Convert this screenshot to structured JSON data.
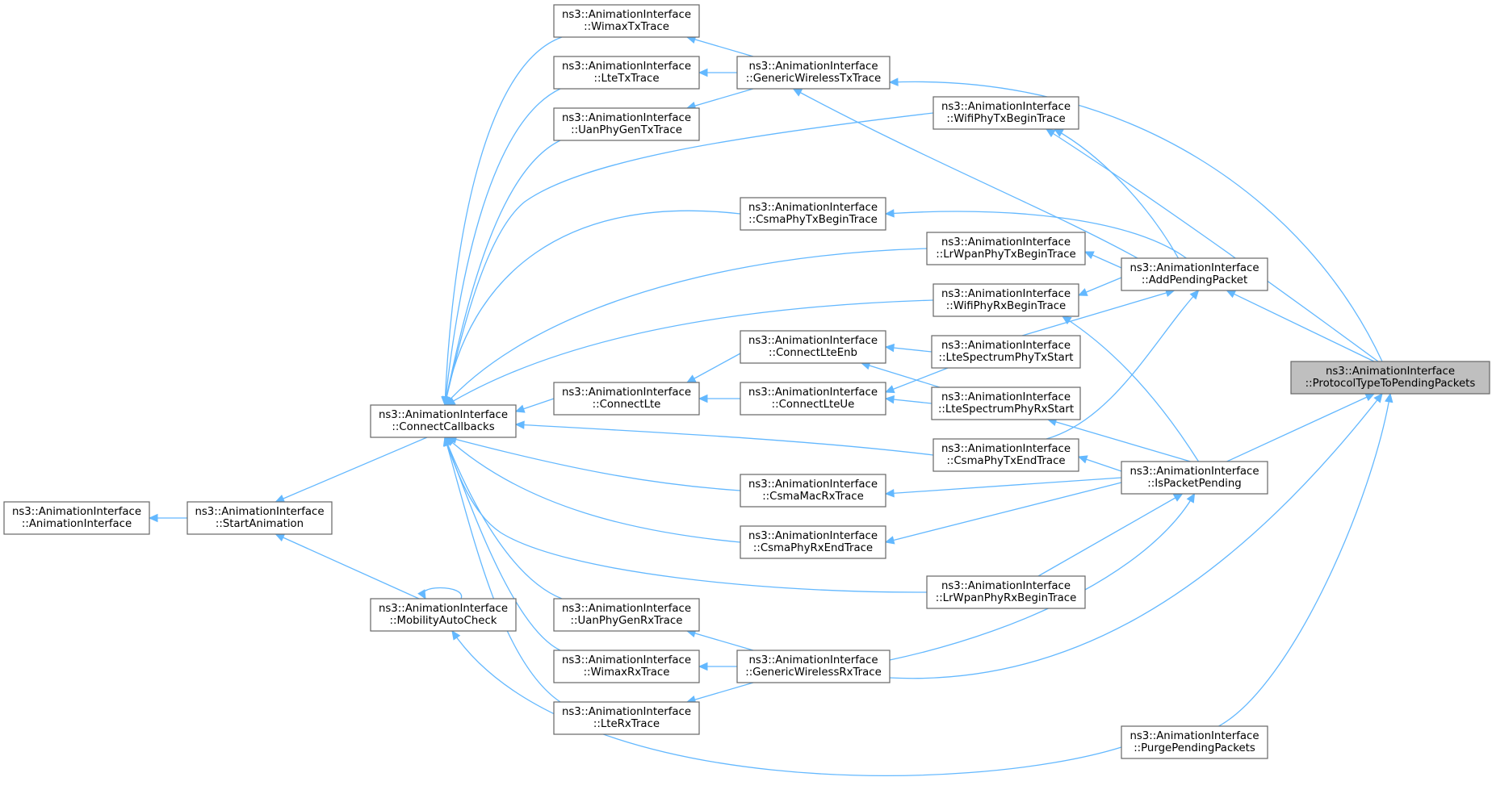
{
  "diagram": {
    "type": "call-graph",
    "colors": {
      "edge": "#63b8ff",
      "node_border": "#666666",
      "highlight_fill": "#bfbfbf",
      "node_fill": "#ffffff"
    },
    "nodes": [
      {
        "id": "ctor",
        "line1": "ns3::AnimationInterface",
        "line2": "::AnimationInterface"
      },
      {
        "id": "start",
        "line1": "ns3::AnimationInterface",
        "line2": "::StartAnimation"
      },
      {
        "id": "conncb",
        "line1": "ns3::AnimationInterface",
        "line2": "::ConnectCallbacks"
      },
      {
        "id": "mobility",
        "line1": "ns3::AnimationInterface",
        "line2": "::MobilityAutoCheck"
      },
      {
        "id": "wimaxtx",
        "line1": "ns3::AnimationInterface",
        "line2": "::WimaxTxTrace"
      },
      {
        "id": "ltetx",
        "line1": "ns3::AnimationInterface",
        "line2": "::LteTxTrace"
      },
      {
        "id": "uantx",
        "line1": "ns3::AnimationInterface",
        "line2": "::UanPhyGenTxTrace"
      },
      {
        "id": "connlte",
        "line1": "ns3::AnimationInterface",
        "line2": "::ConnectLte"
      },
      {
        "id": "uanrx",
        "line1": "ns3::AnimationInterface",
        "line2": "::UanPhyGenRxTrace"
      },
      {
        "id": "wimaxrx",
        "line1": "ns3::AnimationInterface",
        "line2": "::WimaxRxTrace"
      },
      {
        "id": "lterx",
        "line1": "ns3::AnimationInterface",
        "line2": "::LteRxTrace"
      },
      {
        "id": "gentx",
        "line1": "ns3::AnimationInterface",
        "line2": "::GenericWirelessTxTrace"
      },
      {
        "id": "csmatxb",
        "line1": "ns3::AnimationInterface",
        "line2": "::CsmaPhyTxBeginTrace"
      },
      {
        "id": "connenb",
        "line1": "ns3::AnimationInterface",
        "line2": "::ConnectLteEnb"
      },
      {
        "id": "connue",
        "line1": "ns3::AnimationInterface",
        "line2": "::ConnectLteUe"
      },
      {
        "id": "csmamacrx",
        "line1": "ns3::AnimationInterface",
        "line2": "::CsmaMacRxTrace"
      },
      {
        "id": "csmarxe",
        "line1": "ns3::AnimationInterface",
        "line2": "::CsmaPhyRxEndTrace"
      },
      {
        "id": "genrx",
        "line1": "ns3::AnimationInterface",
        "line2": "::GenericWirelessRxTrace"
      },
      {
        "id": "wifitxb",
        "line1": "ns3::AnimationInterface",
        "line2": "::WifiPhyTxBeginTrace"
      },
      {
        "id": "lrwpantxb",
        "line1": "ns3::AnimationInterface",
        "line2": "::LrWpanPhyTxBeginTrace"
      },
      {
        "id": "wifirxb",
        "line1": "ns3::AnimationInterface",
        "line2": "::WifiPhyRxBeginTrace"
      },
      {
        "id": "ltespectx",
        "line1": "ns3::AnimationInterface",
        "line2": "::LteSpectrumPhyTxStart"
      },
      {
        "id": "ltespecrx",
        "line1": "ns3::AnimationInterface",
        "line2": "::LteSpectrumPhyRxStart"
      },
      {
        "id": "csmatxe",
        "line1": "ns3::AnimationInterface",
        "line2": "::CsmaPhyTxEndTrace"
      },
      {
        "id": "lrwpanrxb",
        "line1": "ns3::AnimationInterface",
        "line2": "::LrWpanPhyRxBeginTrace"
      },
      {
        "id": "addpend",
        "line1": "ns3::AnimationInterface",
        "line2": "::AddPendingPacket"
      },
      {
        "id": "ispend",
        "line1": "ns3::AnimationInterface",
        "line2": "::IsPacketPending"
      },
      {
        "id": "purge",
        "line1": "ns3::AnimationInterface",
        "line2": "::PurgePendingPackets"
      },
      {
        "id": "proto",
        "line1": "ns3::AnimationInterface",
        "line2": "::ProtocolTypeToPendingPackets"
      }
    ],
    "highlighted": "proto"
  }
}
